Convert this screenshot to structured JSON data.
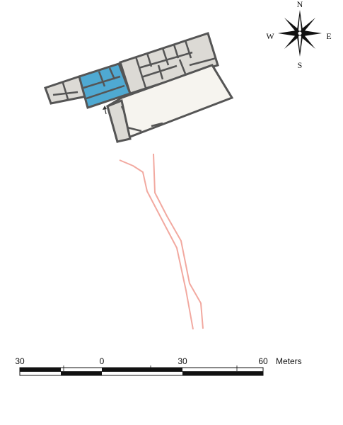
{
  "compass": {
    "north": "N",
    "south": "S",
    "east": "E",
    "west": "W",
    "icon": "compass-rose-icon"
  },
  "scale_bar": {
    "labels": [
      "30",
      "0",
      "30",
      "60"
    ],
    "unit": "Meters"
  },
  "colors": {
    "building_fill": "#dcdad5",
    "courtyard_fill": "#f6f4ef",
    "highlight_fill": "#4fa9d2",
    "wall": "#555555",
    "path": "#f2a9a0"
  }
}
